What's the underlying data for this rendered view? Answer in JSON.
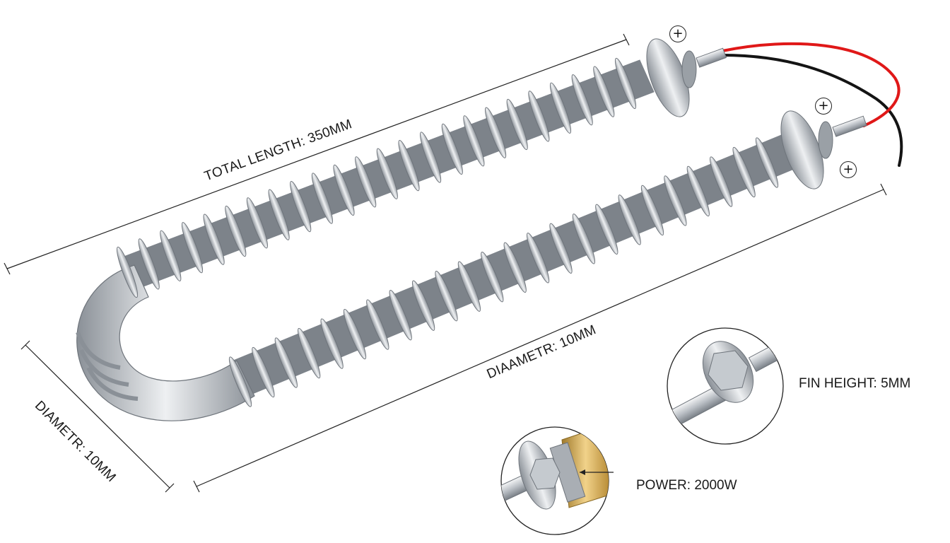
{
  "labels": {
    "total_length": "TOTAL LENGTH: 350MM",
    "diameter_center": "DIAAMETR: 10MM",
    "diameter_left": "DIAMETR: 10MM",
    "fin_height": "FIN HEIGHT: 5MM",
    "power": "POWER: 2000W"
  },
  "polarity": {
    "top": "+",
    "middle": "+",
    "lower": "+"
  },
  "colors": {
    "metal": "#b9bec4",
    "wire_red": "#e01818",
    "wire_black": "#141414",
    "ceramic": "#c8a24a"
  }
}
